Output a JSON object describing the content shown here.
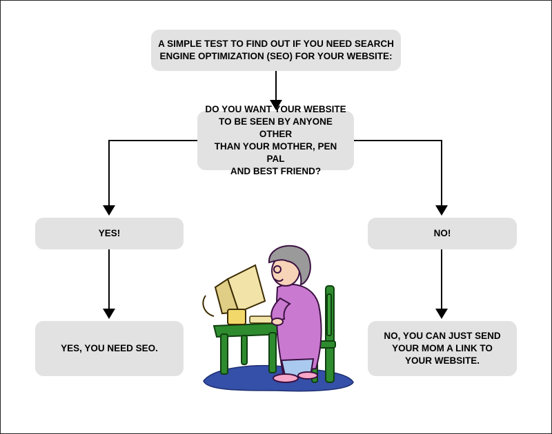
{
  "flowchart": {
    "title": "A SIMPLE TEST TO FIND OUT IF YOU NEED SEARCH\nENGINE OPTIMIZATION (SEO) FOR YOUR WEBSITE:",
    "question": "DO YOU WANT YOUR WEBSITE\nTO BE SEEN BY ANYONE OTHER\nTHAN YOUR MOTHER, PEN PAL\nAND BEST FRIEND?",
    "yes_label": "YES!",
    "no_label": "NO!",
    "yes_result": "YES, YOU NEED SEO.",
    "no_result": "NO, YOU CAN JUST SEND\nYOUR MOM A LINK TO\nYOUR WEBSITE."
  },
  "colors": {
    "box_fill": "#e2e2e2",
    "line": "#000000",
    "robe": "#c97ad0",
    "furniture": "#2e8b2e",
    "monitor": "#f2e3a8",
    "rug": "#3550a8",
    "hair": "#9a9a9a"
  },
  "illustration": {
    "icon": "grandma-at-computer-illustration"
  }
}
